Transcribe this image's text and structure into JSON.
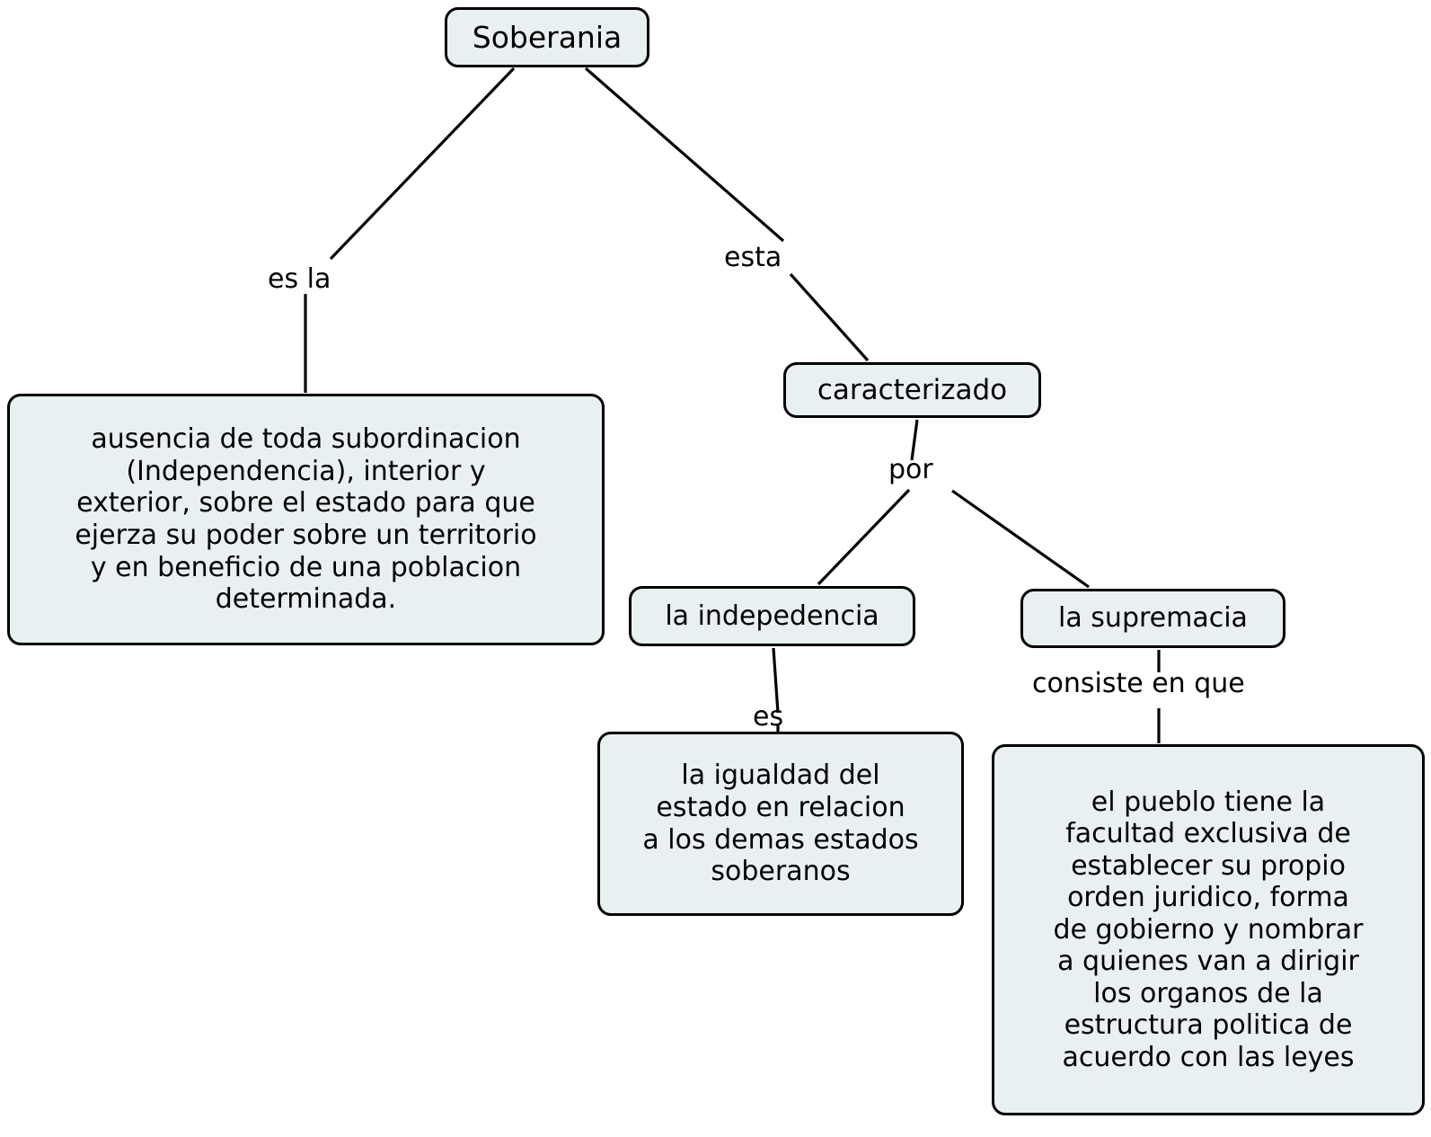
{
  "map": {
    "title": "Soberania",
    "background_color": "#ffffff",
    "node_fill_color": "#e9f0f2",
    "node_border_color": "#000000",
    "edge_color": "#000000",
    "text_color": "#000000"
  },
  "nodes": {
    "soberania": {
      "label": "Soberania"
    },
    "ausencia": {
      "label": "ausencia de toda subordinacion\n(Independencia), interior y\nexterior, sobre el estado para que\nejerza su poder sobre un territorio\ny en beneficio de una poblacion\ndeterminada."
    },
    "caracterizado": {
      "label": "caracterizado"
    },
    "independencia": {
      "label": "la indepedencia"
    },
    "supremacia": {
      "label": "la supremacia"
    },
    "igualdad": {
      "label": "la igualdad del\nestado en relacion\na los demas estados\nsoberanos"
    },
    "pueblo": {
      "label": "el pueblo tiene la\nfacultad exclusiva de\nestablecer su propio\norden juridico, forma\nde gobierno y nombrar\na quienes van a dirigir\nlos organos de la\nestructura politica de\nacuerdo con las leyes"
    }
  },
  "edge_labels": {
    "es_la": "es la",
    "esta": "esta",
    "por": "por",
    "es": "es",
    "consiste_en_que": "consiste en que"
  },
  "edges": [
    {
      "from": "soberania",
      "to": "ausencia",
      "label": "es la"
    },
    {
      "from": "soberania",
      "to": "caracterizado",
      "label": "esta"
    },
    {
      "from": "caracterizado",
      "to": "independencia",
      "label": "por"
    },
    {
      "from": "caracterizado",
      "to": "supremacia",
      "label": "por"
    },
    {
      "from": "independencia",
      "to": "igualdad",
      "label": "es"
    },
    {
      "from": "supremacia",
      "to": "pueblo",
      "label": "consiste en que"
    }
  ]
}
